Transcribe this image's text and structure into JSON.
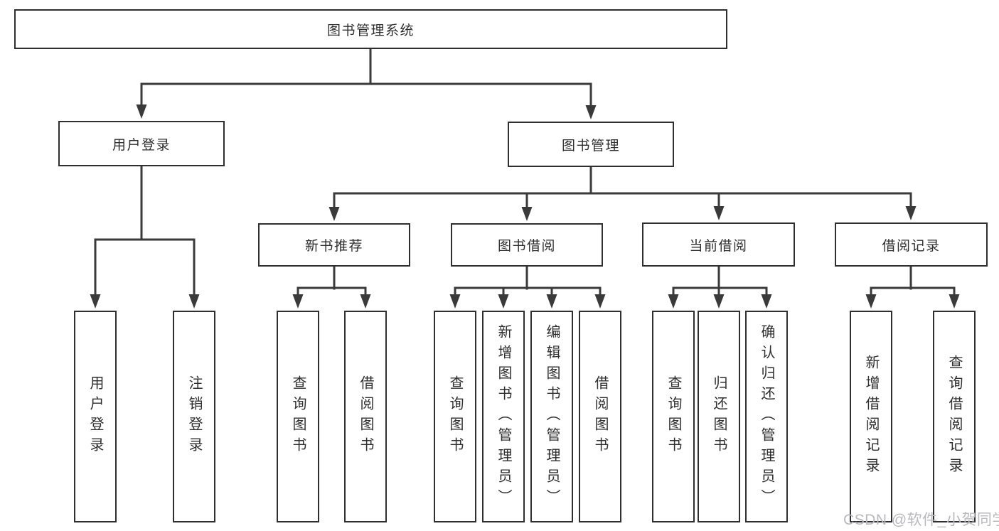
{
  "colors": {
    "line": "#3a3a3a",
    "border": "#2f2f2f",
    "text": "#2e2e2e",
    "watermark": "#b9b9bd",
    "background": "#ffffff"
  },
  "watermark": {
    "text": "CSDN @软件_小贺同学"
  },
  "tree": {
    "label": "图书管理系统",
    "children": [
      {
        "label": "用户登录",
        "children": [
          {
            "label": "用户登录"
          },
          {
            "label": "注销登录"
          }
        ]
      },
      {
        "label": "图书管理",
        "children": [
          {
            "label": "新书推荐",
            "children": [
              {
                "label": "查询图书"
              },
              {
                "label": "借阅图书"
              }
            ]
          },
          {
            "label": "图书借阅",
            "children": [
              {
                "label": "查询图书"
              },
              {
                "label": "新增图书（管理员）"
              },
              {
                "label": "编辑图书（管理员）"
              },
              {
                "label": "借阅图书"
              }
            ]
          },
          {
            "label": "当前借阅",
            "children": [
              {
                "label": "查询图书"
              },
              {
                "label": "归还图书"
              },
              {
                "label": "确认归还（管理员）"
              }
            ]
          },
          {
            "label": "借阅记录",
            "children": [
              {
                "label": "新增借阅记录"
              },
              {
                "label": "查询借阅记录"
              }
            ]
          }
        ]
      }
    ]
  }
}
